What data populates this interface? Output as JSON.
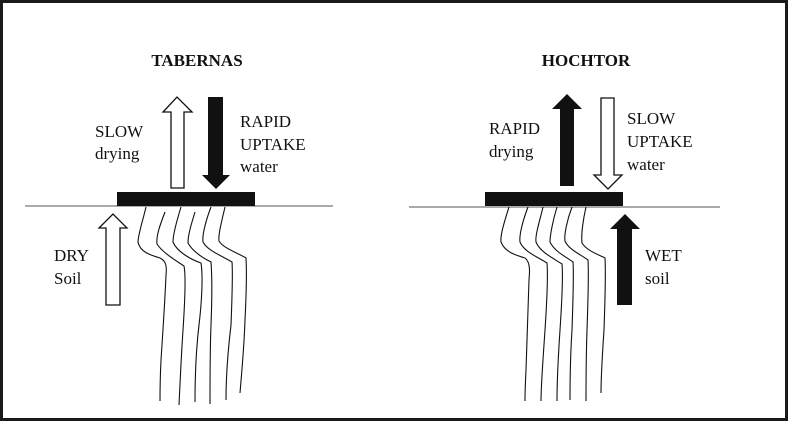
{
  "diagram": {
    "panels": [
      {
        "title": "TABERNAS",
        "drying_label": [
          "SLOW",
          "drying"
        ],
        "uptake_label": [
          "RAPID",
          "UPTAKE",
          "water"
        ],
        "soil_label": [
          "DRY",
          "Soil"
        ],
        "drying_arrow": "hollow-up",
        "uptake_arrow": "solid-down",
        "soil_arrow": "hollow-up"
      },
      {
        "title": "HOCHTOR",
        "drying_label": [
          "RAPID",
          "drying"
        ],
        "uptake_label": [
          "SLOW",
          "UPTAKE",
          "water"
        ],
        "soil_label": [
          "WET",
          "soil"
        ],
        "drying_arrow": "solid-up",
        "uptake_arrow": "hollow-down",
        "soil_arrow": "solid-up"
      }
    ],
    "colors": {
      "ink": "#111111",
      "line": "#555555",
      "background": "#ffffff"
    }
  }
}
